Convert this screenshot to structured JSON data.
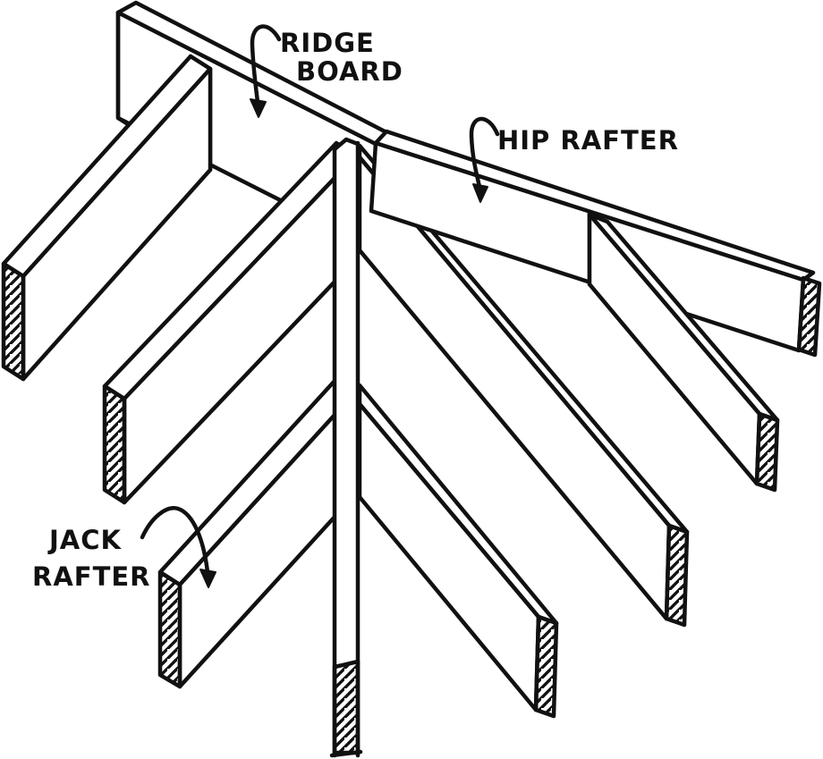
{
  "diagram": {
    "subject": "hip-roof-framing-sketch",
    "style": "hand-drawn black ink line drawing",
    "colors": {
      "background": "#ffffff",
      "ink": "#111111"
    },
    "labels": {
      "ridge_board": {
        "line1": "RIDGE",
        "line2": "BOARD"
      },
      "hip_rafter": {
        "text": "HIP RAFTER"
      },
      "jack_rafter": {
        "line1": "JACK",
        "line2": "RAFTER"
      }
    },
    "members": {
      "ridge_board": "ridge board (long board, upper left)",
      "hip_rafter": "hip rafter (long board, right, hatched end)",
      "foreground_hip_rafter": "hip rafter seen edge-on (vertical strip, hatched bottom end)",
      "left_jack_rafters": 3,
      "right_jack_rafters": 3
    }
  }
}
